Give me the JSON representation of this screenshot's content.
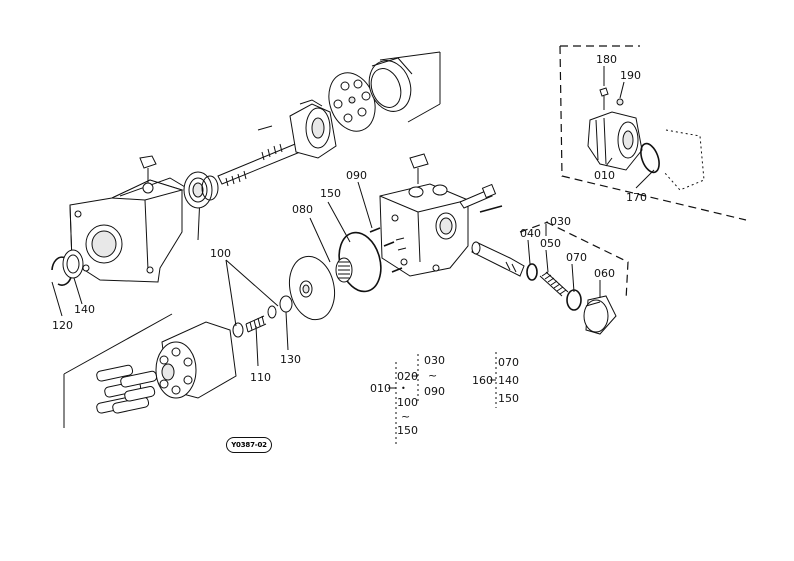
{
  "drawing_code": "Y0387-02",
  "callouts": {
    "c180": "180",
    "c190": "190",
    "c010_inset": "010",
    "c170": "170",
    "c090": "090",
    "c150": "150",
    "c080": "080",
    "c030": "030",
    "c040": "040",
    "c050": "050",
    "c070": "070",
    "c060": "060",
    "c100": "100",
    "c110": "110",
    "c130": "130",
    "c120": "120",
    "c140": "140"
  },
  "legend_010": {
    "root": "010",
    "branch_a": "020",
    "branch_a_sub_top": "030",
    "branch_a_sub_tilde": "~",
    "branch_a_sub_bottom": "090",
    "dot": "•",
    "branch_b": "100",
    "branch_b_tilde": "~",
    "branch_b_end": "150"
  },
  "legend_160": {
    "root": "160",
    "items": [
      "070",
      "140",
      "150"
    ]
  }
}
